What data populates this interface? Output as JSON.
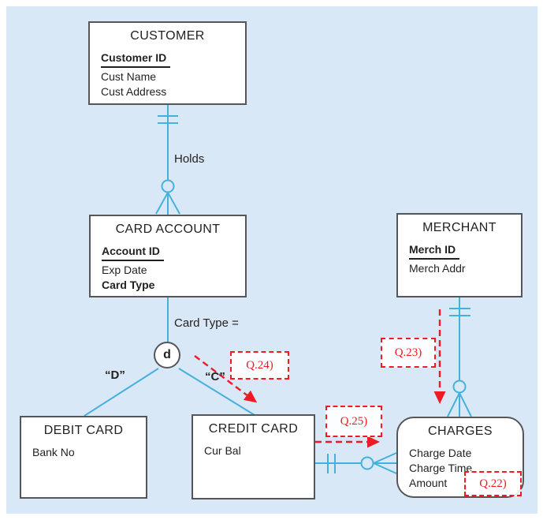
{
  "colors": {
    "panel_bg": "#d9e8f6",
    "line": "#45b1da",
    "box_border": "#54565a",
    "text": "#221f1f",
    "annotation_red": "#ed1c24",
    "box_fill": "#ffffff"
  },
  "entities": {
    "customer": {
      "title": "CUSTOMER",
      "a0": "Customer ID",
      "a1": "Cust Name",
      "a2": "Cust Address"
    },
    "card_account": {
      "title": "CARD ACCOUNT",
      "a0": "Account ID",
      "a1": "Exp Date",
      "a2": "Card Type"
    },
    "merchant": {
      "title": "MERCHANT",
      "a0": "Merch ID",
      "a1": "Merch Addr"
    },
    "debit_card": {
      "title": "DEBIT CARD",
      "a0": "Bank No"
    },
    "credit_card": {
      "title": "CREDIT CARD",
      "a0": "Cur Bal"
    },
    "charges": {
      "title": "CHARGES",
      "a0": "Charge Date",
      "a1": "Charge Time",
      "a2": "Amount"
    }
  },
  "labels": {
    "holds": "Holds",
    "discriminator": "Card Type =",
    "d_circle": "d",
    "debit_value": "“D”",
    "credit_value": "“C”"
  },
  "annotations": {
    "q22": "Q.22)",
    "q23": "Q.23)",
    "q24": "Q.24)",
    "q25": "Q.25)"
  }
}
